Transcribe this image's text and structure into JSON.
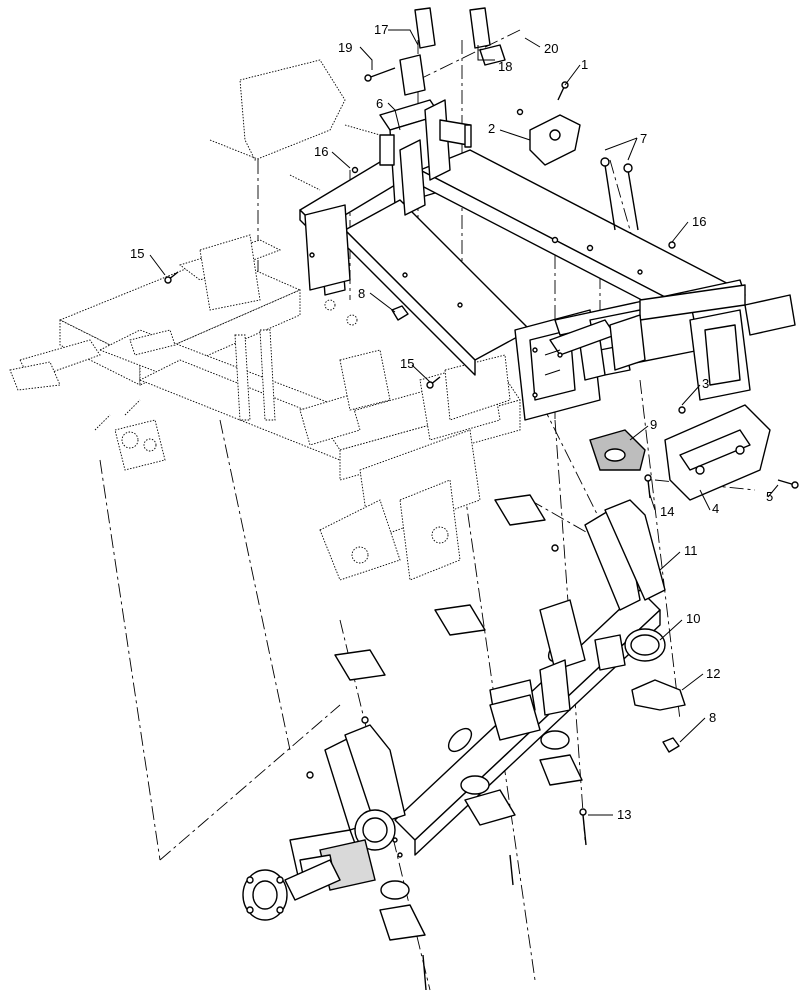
{
  "diagram": {
    "callouts": [
      {
        "id": "c1",
        "label": "1"
      },
      {
        "id": "c2",
        "label": "2"
      },
      {
        "id": "c3",
        "label": "3"
      },
      {
        "id": "c4",
        "label": "4"
      },
      {
        "id": "c5",
        "label": "5"
      },
      {
        "id": "c6",
        "label": "6"
      },
      {
        "id": "c7",
        "label": "7"
      },
      {
        "id": "c8a",
        "label": "8"
      },
      {
        "id": "c8b",
        "label": "8"
      },
      {
        "id": "c9",
        "label": "9"
      },
      {
        "id": "c10",
        "label": "10"
      },
      {
        "id": "c11",
        "label": "11"
      },
      {
        "id": "c12",
        "label": "12"
      },
      {
        "id": "c13",
        "label": "13"
      },
      {
        "id": "c14",
        "label": "14"
      },
      {
        "id": "c15a",
        "label": "15"
      },
      {
        "id": "c15b",
        "label": "15"
      },
      {
        "id": "c16a",
        "label": "16"
      },
      {
        "id": "c16b",
        "label": "16"
      },
      {
        "id": "c17",
        "label": "17"
      },
      {
        "id": "c18",
        "label": "18"
      },
      {
        "id": "c19",
        "label": "19"
      },
      {
        "id": "c20",
        "label": "20"
      }
    ]
  }
}
